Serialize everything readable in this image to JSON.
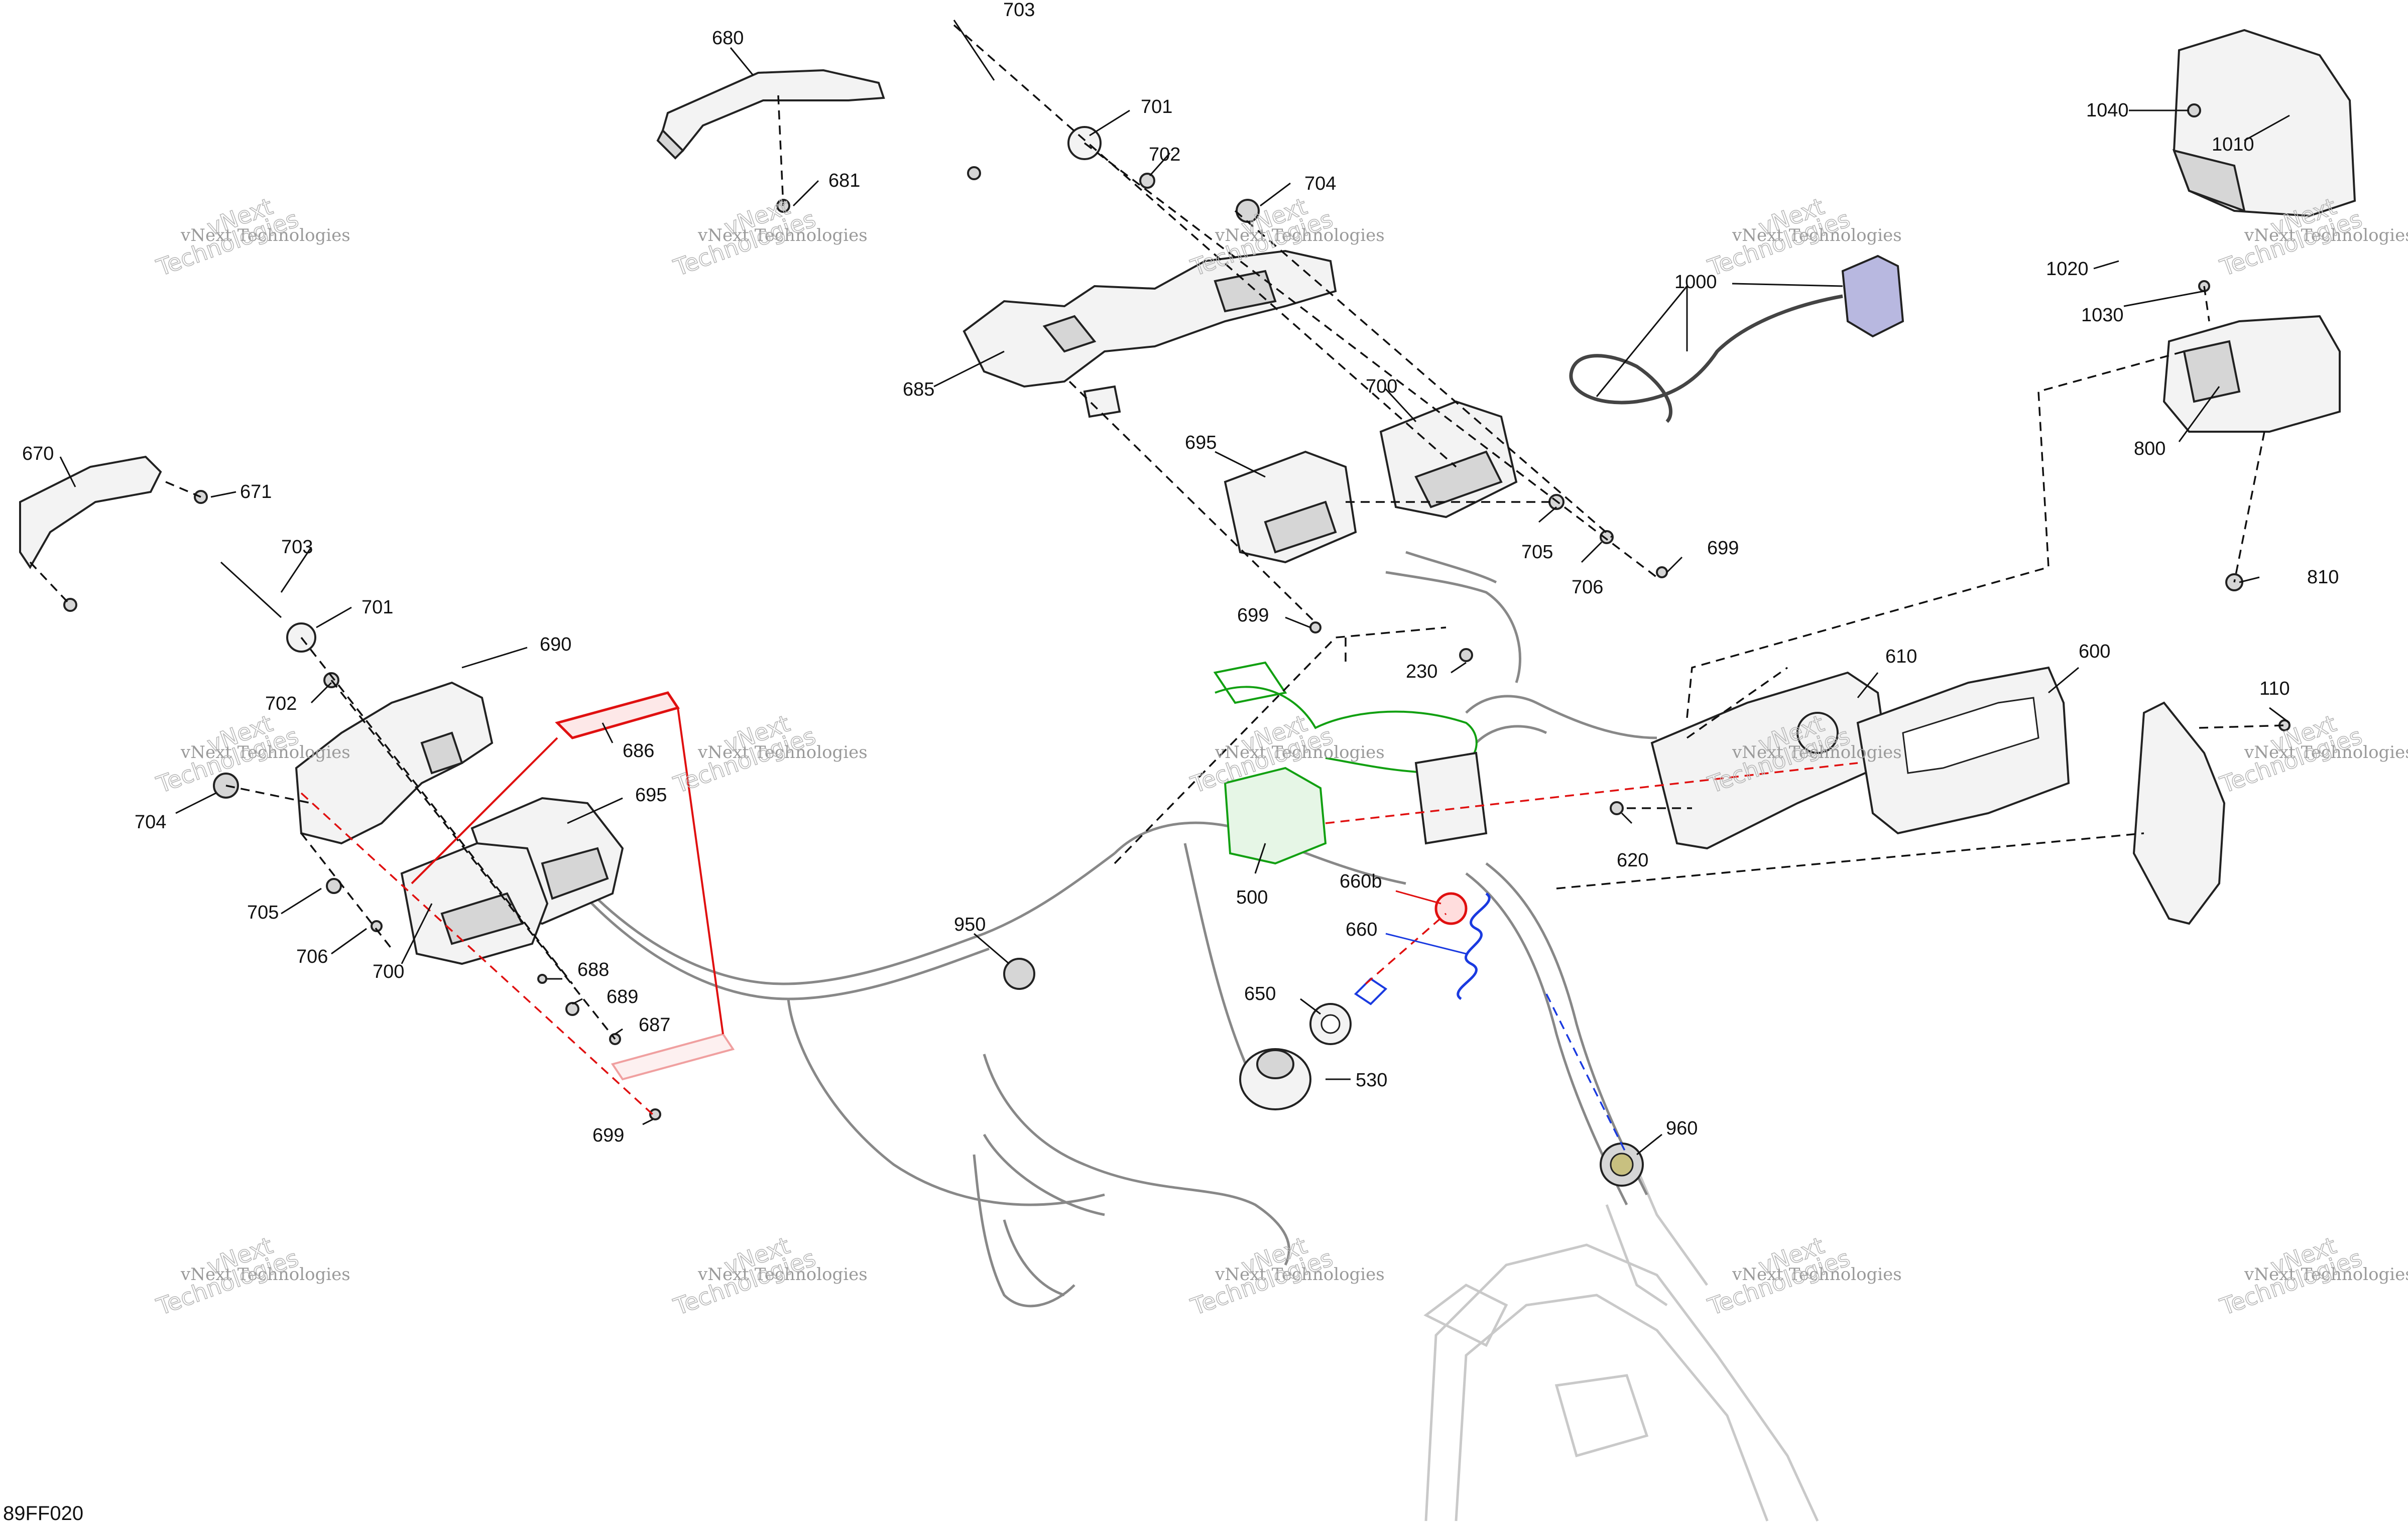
{
  "diagram_code": "89FF020",
  "watermark": {
    "line1": "vNext Technologies",
    "line2": "vNext",
    "line3": "Technologies"
  },
  "callouts": {
    "c680": "680",
    "c681": "681",
    "c703a": "703",
    "c701a": "701",
    "c702a": "702",
    "c704a": "704",
    "c685": "685",
    "c700a": "700",
    "c695a": "695",
    "c705a": "705",
    "c706a": "706",
    "c699a": "699",
    "c699b": "699",
    "c1000": "1000",
    "c1040": "1040",
    "c1010": "1010",
    "c1020": "1020",
    "c1030": "1030",
    "c800": "800",
    "c810": "810",
    "c670": "670",
    "c671": "671",
    "c703b": "703",
    "c701b": "701",
    "c690": "690",
    "c702b": "702",
    "c686": "686",
    "c704b": "704",
    "c695b": "695",
    "c705b": "705",
    "c706b": "706",
    "c700b": "700",
    "c688": "688",
    "c689": "689",
    "c687": "687",
    "c699c": "699",
    "c230": "230",
    "c610": "610",
    "c600": "600",
    "c110": "110",
    "c620": "620",
    "c500": "500",
    "c660b": "660b",
    "c660": "660",
    "c950": "950",
    "c650": "650",
    "c530": "530",
    "c960": "960"
  },
  "colors": {
    "highlight_red": "#e01010",
    "highlight_green": "#12a012",
    "highlight_blue": "#1a3ae0"
  }
}
